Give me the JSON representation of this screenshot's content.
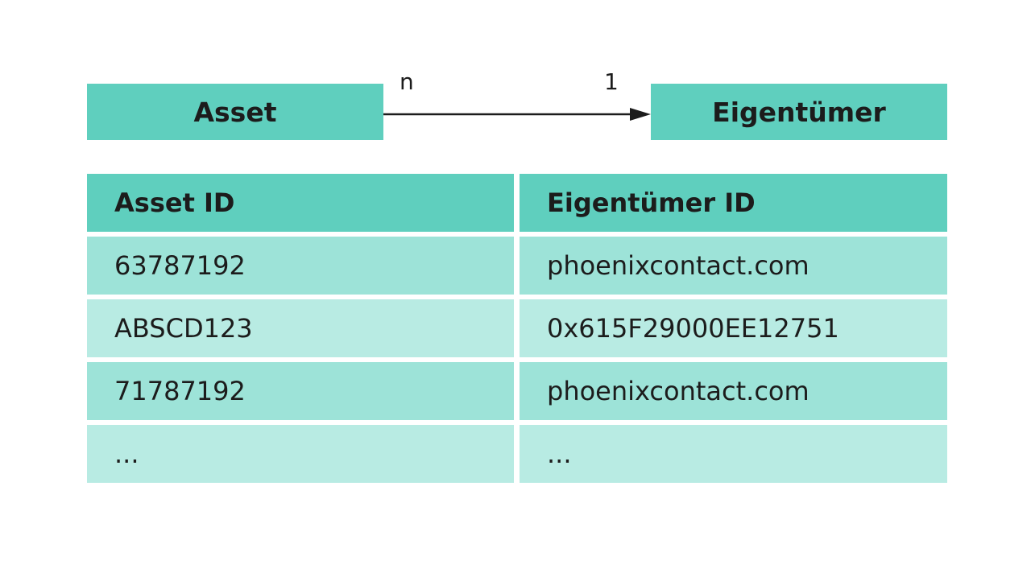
{
  "diagram": {
    "source_entity": "Asset",
    "target_entity": "Eigentümer",
    "source_cardinality": "n",
    "target_cardinality": "1"
  },
  "table": {
    "headers": [
      "Asset ID",
      "Eigentümer ID"
    ],
    "rows": [
      [
        "63787192",
        "phoenixcontact.com"
      ],
      [
        "ABSCD123",
        "0x615F29000EE12751"
      ],
      [
        "71787192",
        "phoenixcontact.com"
      ],
      [
        "...",
        "..."
      ]
    ]
  },
  "colors": {
    "header_teal": "#5fcfbe",
    "row_dark": "#9de3d8",
    "row_light": "#b8ebe3",
    "arrow": "#1c1c1c"
  }
}
